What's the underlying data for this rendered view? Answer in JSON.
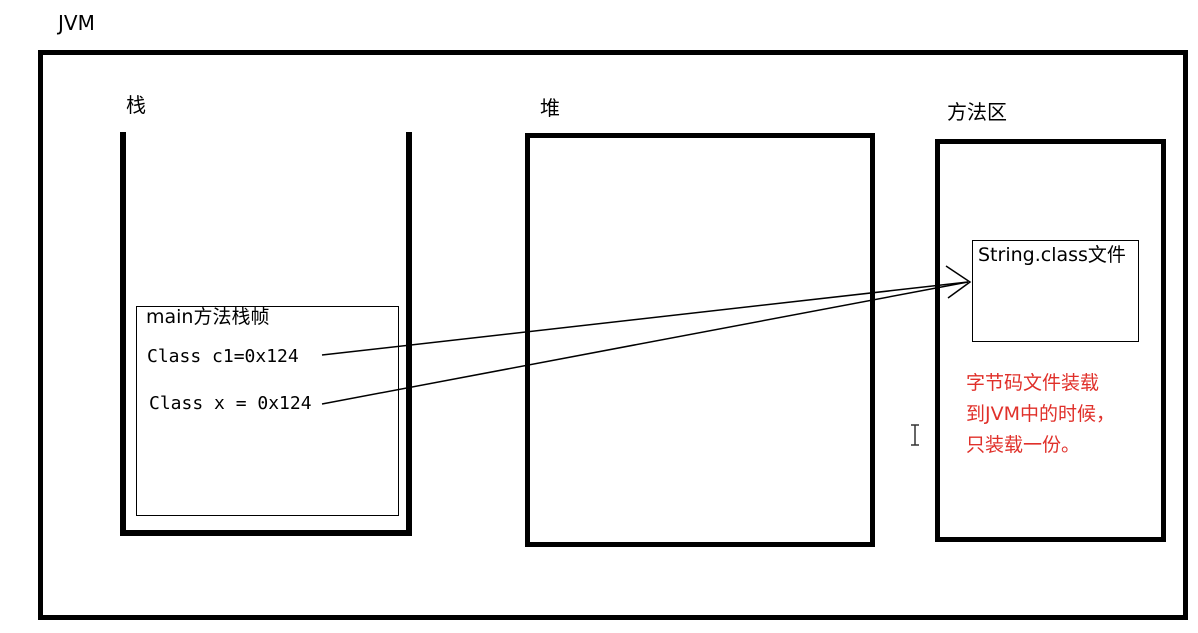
{
  "jvm_label": "JVM",
  "stack": {
    "label": "栈",
    "frame_label": "main方法栈帧",
    "var1": "Class c1=0x124",
    "var2": "Class x = 0x124"
  },
  "heap": {
    "label": "堆"
  },
  "method_area": {
    "label": "方法区",
    "class_file": "String.class文件",
    "note_lines": [
      "字节码文件装载",
      "到JVM中的时候，",
      "只装载一份。"
    ]
  },
  "colors": {
    "note": "#e0302a",
    "line": "#000000"
  }
}
